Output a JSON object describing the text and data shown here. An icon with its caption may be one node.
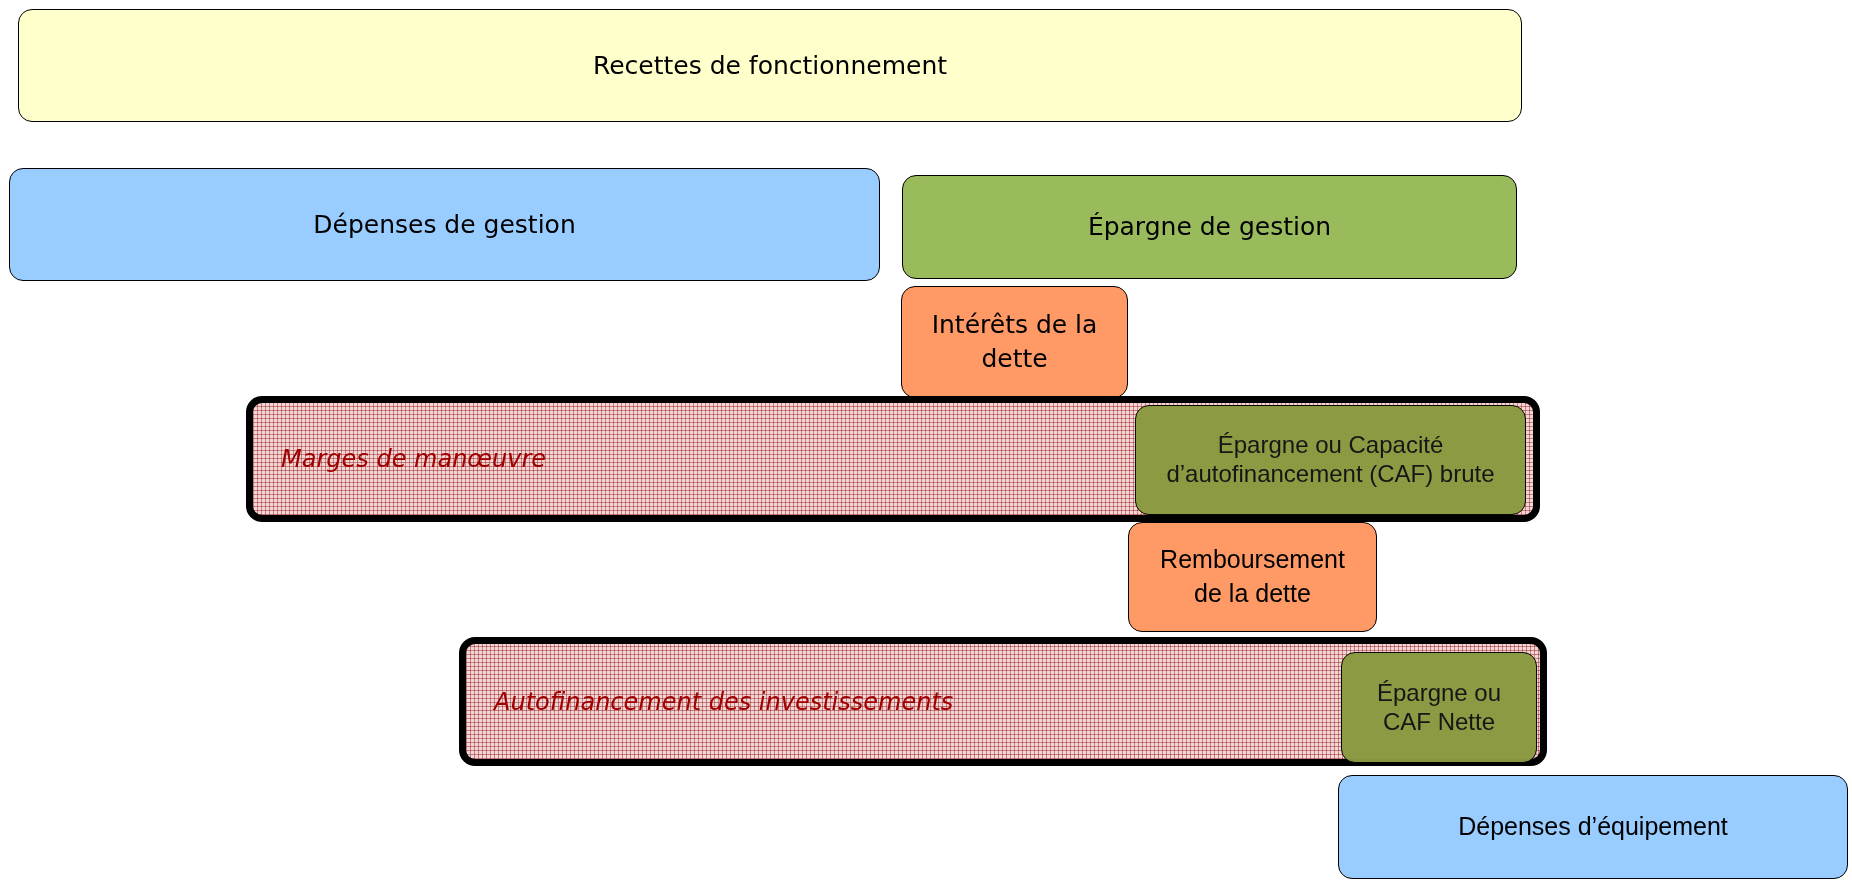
{
  "diagram": {
    "nodes": [
      {
        "text": [
          "Recettes de fonctionnement"
        ]
      },
      {
        "text": [
          "Dépenses de gestion"
        ]
      },
      {
        "text": [
          "Épargne de gestion"
        ]
      },
      {
        "text": [
          "Intérêts de la dette"
        ]
      },
      {
        "text": [
          "Marges de manœuvre"
        ]
      },
      {
        "text": [
          "Épargne ou Capacité d’autofinancement (CAF) brute"
        ],
        "in": 4
      },
      {
        "text": [
          "Remboursement de la dette"
        ]
      },
      {
        "text": [
          "Autofinancement des investissements"
        ]
      },
      {
        "text": [
          "Épargne ou CAF Nette"
        ],
        "in": 7
      },
      {
        "text": [
          "Dépenses d’équipement"
        ]
      }
    ]
  }
}
